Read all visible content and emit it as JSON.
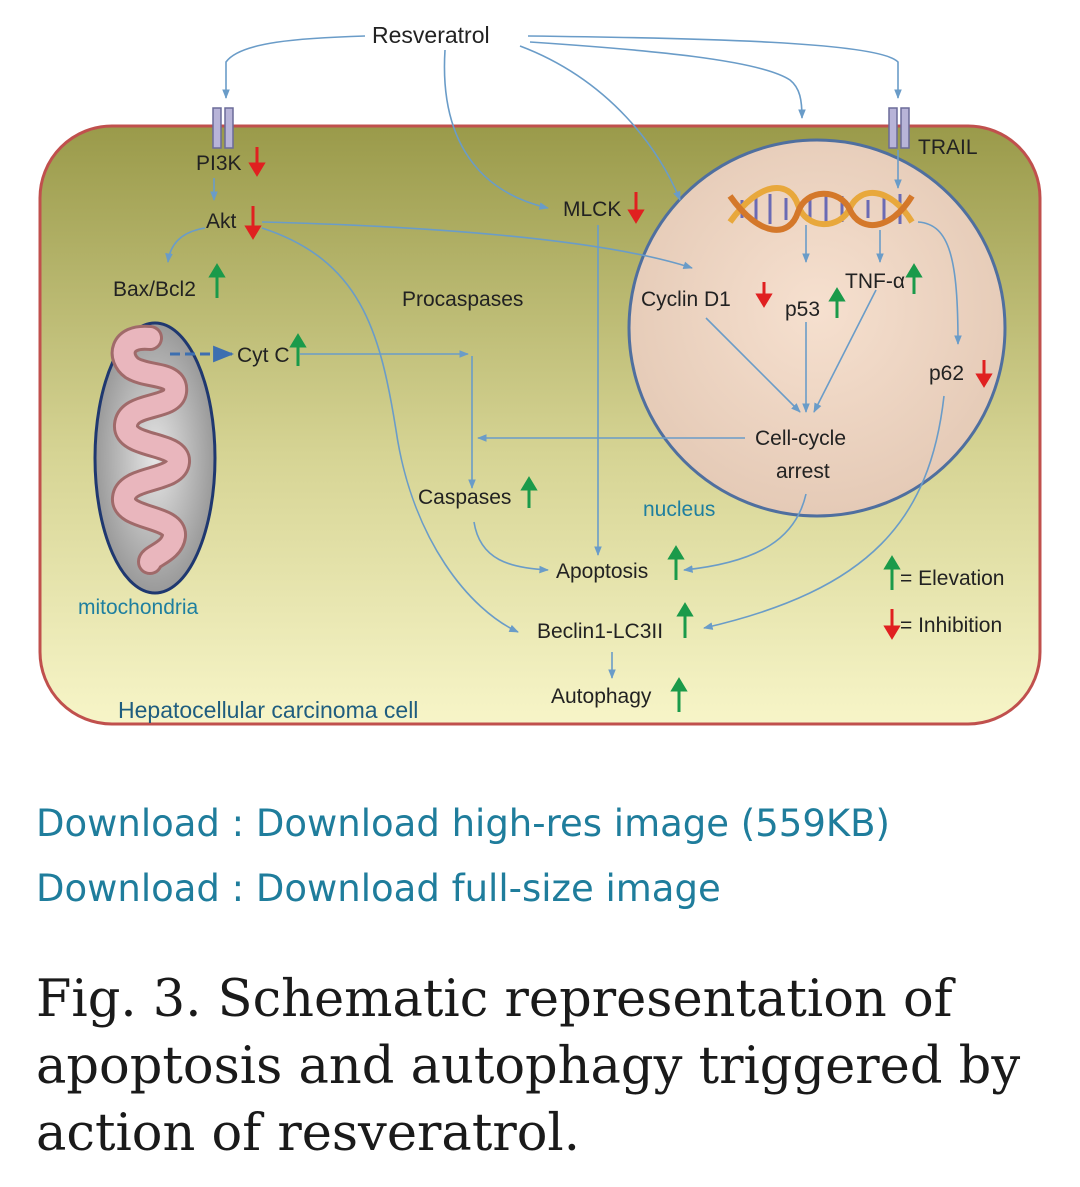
{
  "diagram": {
    "resveratrol": "Resveratrol",
    "trail": "TRAIL",
    "pi3k": "PI3K",
    "akt": "Akt",
    "mlck": "MLCK",
    "bax_bcl2": "Bax/Bcl2",
    "cyt_c": "Cyt C",
    "procaspases": "Procaspases",
    "caspases": "Caspases",
    "cyclin_d1": "Cyclin D1",
    "p53": "p53",
    "tnf_alpha": "TNF-α",
    "p62": "p62",
    "cell_cycle_arrest_line1": "Cell-cycle",
    "cell_cycle_arrest_line2": "arrest",
    "nucleus": "nucleus",
    "apoptosis": "Apoptosis",
    "beclin": "Beclin1-LC3II",
    "autophagy": "Autophagy",
    "mitochondria": "mitochondria",
    "cell": "Hepatocellular carcinoma cell",
    "legend_elevation": "= Elevation",
    "legend_inhibition": "= Inhibition",
    "colors": {
      "elevation_arrow": "#1a9a4a",
      "inhibition_arrow": "#e02020",
      "cell_border": "#c0504d",
      "nucleus_border": "#4f6f9f",
      "pathway_arrow": "#6a9cc8"
    }
  },
  "downloads": [
    {
      "prefix": "Download : ",
      "label": "Download high-res image (559KB)"
    },
    {
      "prefix": "Download : ",
      "label": "Download full-size image"
    }
  ],
  "caption": "Fig. 3. Schematic representation of apoptosis and autophagy triggered by action of resveratrol."
}
